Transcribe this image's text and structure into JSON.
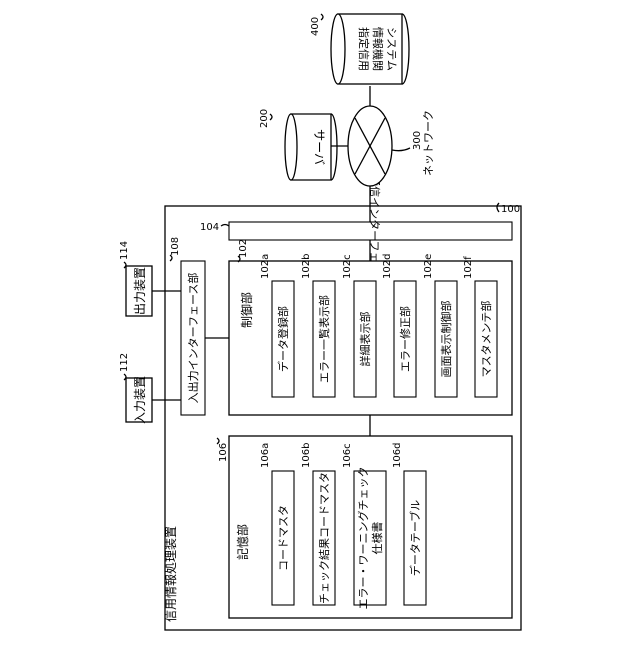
{
  "device": {
    "title": "信用情報処理装置",
    "ref": "100"
  },
  "input_device": {
    "label": "入力装置",
    "ref": "112"
  },
  "output_device": {
    "label": "出力装置",
    "ref": "114"
  },
  "io_interface": {
    "label": "入出力インターフェース部",
    "ref": "108"
  },
  "comm_interface": {
    "label": "通信インターフェース部",
    "ref": "104"
  },
  "control": {
    "title": "制御部",
    "ref": "102",
    "items": [
      {
        "label": "データ登録部",
        "ref": "102a"
      },
      {
        "label": "エラー一覧表示部",
        "ref": "102b"
      },
      {
        "label": "詳細表示部",
        "ref": "102c"
      },
      {
        "label": "エラー修正部",
        "ref": "102d"
      },
      {
        "label": "画面表示制御部",
        "ref": "102e"
      },
      {
        "label": "マスタメンテ部",
        "ref": "102f"
      }
    ]
  },
  "storage": {
    "title": "記憶部",
    "ref": "106",
    "items": [
      {
        "label": "コードマスタ",
        "ref": "106a"
      },
      {
        "label": "チェック結果コードマスタ",
        "ref": "106b"
      },
      {
        "label": "エラー・ワーニングチェック",
        "label2": "仕様書",
        "ref": "106c"
      },
      {
        "label": "データテーブル",
        "ref": "106d"
      }
    ]
  },
  "server": {
    "label": "サーバ",
    "ref": "200"
  },
  "network": {
    "label": "ネットワーク",
    "ref": "300"
  },
  "credit_system": {
    "line1": "指定信用",
    "line2": "情報機関",
    "line3": "システム",
    "ref": "400"
  }
}
